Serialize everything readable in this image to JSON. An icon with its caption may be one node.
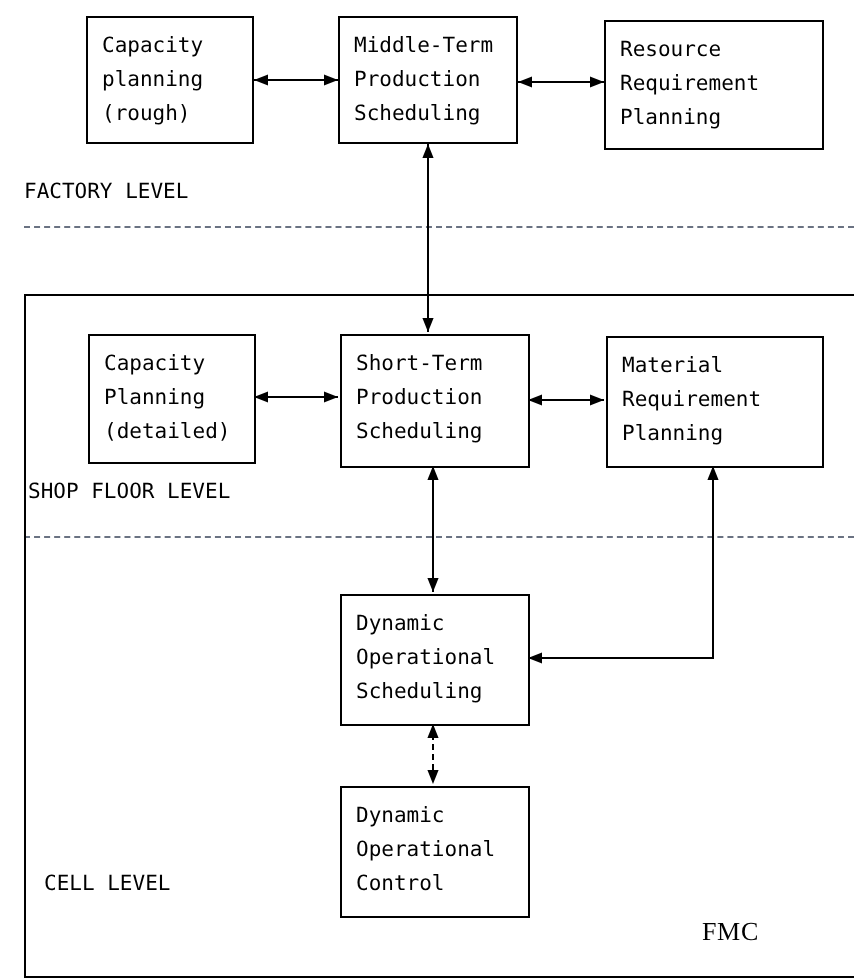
{
  "diagram": {
    "nodes": [
      {
        "text": [
          "Capacity planning (rough)"
        ]
      },
      {
        "text": [
          "Middle-Term Production Scheduling"
        ]
      },
      {
        "text": [
          "Resource Requirement Planning"
        ]
      },
      {
        "text": [
          "FMC"
        ]
      },
      {
        "text": [
          "Capacity Planning (detailed)"
        ],
        "in": 3
      },
      {
        "text": [
          "Short-Term Production Scheduling"
        ],
        "in": 3
      },
      {
        "text": [
          "Material Requirement Planning"
        ],
        "in": 3
      },
      {
        "text": [
          "Dynamic Operational Scheduling"
        ],
        "in": 3
      },
      {
        "text": [
          "Dynamic Operational Control"
        ],
        "in": 3
      }
    ],
    "edges": [
      {
        "from": 0,
        "to": 1,
        "arrow": "both"
      },
      {
        "from": 1,
        "to": 2,
        "arrow": "both"
      },
      {
        "from": 1,
        "to": 5,
        "arrow": "both"
      },
      {
        "from": 4,
        "to": 5,
        "arrow": "both"
      },
      {
        "from": 5,
        "to": 6,
        "arrow": "both"
      },
      {
        "from": 5,
        "to": 7,
        "arrow": "both"
      },
      {
        "from": 6,
        "to": 7,
        "arrow": "both"
      },
      {
        "from": 7,
        "to": 8,
        "arrow": "both",
        "style": "dashed"
      }
    ],
    "labels": [
      "FACTORY LEVEL",
      "SHOP FLOOR LEVEL",
      "CELL LEVEL"
    ]
  }
}
